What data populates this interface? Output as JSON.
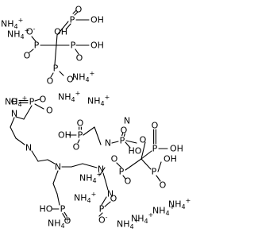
{
  "structure": {
    "atom_symbols": {
      "P": "P",
      "O": "O",
      "OH": "OH",
      "HO": "HO",
      "N": "N",
      "H": "H",
      "ammonium": "NH",
      "ammonium_count": "4",
      "charge_plus": "+",
      "charge_minus": "-"
    }
  }
}
